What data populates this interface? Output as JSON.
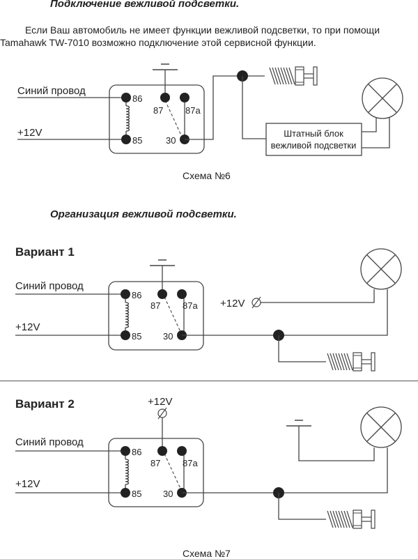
{
  "section1": {
    "title": "Подключение вежливой подсветки.",
    "paragraph_line1": "Если Ваш автомобиль не имеет функции вежливой подсветки, то при помощи",
    "paragraph_line2": "Tamahawk TW-7010 возможно подключение этой сервисной функции.",
    "diagram": {
      "blue_wire_label": "Синий провод",
      "plus12_label": "+12V",
      "relay_pins": {
        "p86": "86",
        "p87": "87",
        "p87a": "87a",
        "p85": "85",
        "p30": "30"
      },
      "ground_symbol": "ground-icon",
      "door_switch": "door-switch-icon",
      "lamp": "lamp-icon",
      "factory_block_line1": "Штатный блок",
      "factory_block_line2": "вежливой подсветки"
    },
    "caption": "Схема №6"
  },
  "section2": {
    "title": "Организация вежливой подсветки.",
    "variant1": {
      "label": "Вариант 1",
      "blue_wire_label": "Синий провод",
      "plus12_label": "+12V",
      "lamp_supply_label": "+12V",
      "relay_pins": {
        "p86": "86",
        "p87": "87",
        "p87a": "87a",
        "p85": "85",
        "p30": "30"
      }
    },
    "variant2": {
      "label": "Вариант 2",
      "top_supply_label": "+12V",
      "blue_wire_label": "Синий провод",
      "plus12_label": "+12V",
      "relay_pins": {
        "p86": "86",
        "p87": "87",
        "p87a": "87a",
        "p85": "85",
        "p30": "30"
      }
    },
    "caption": "Схема №7"
  }
}
